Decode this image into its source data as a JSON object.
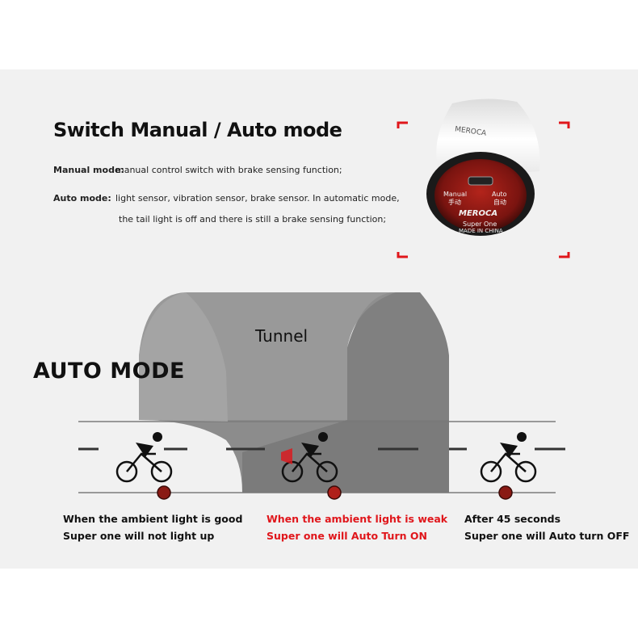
{
  "header": {
    "title": "Switch Manual / Auto mode"
  },
  "modes": {
    "manual_label": "Manual mode:",
    "manual_text": "manual control switch with brake sensing function;",
    "auto_label": "Auto mode:",
    "auto_text_line1": "light sensor, vibration sensor, brake sensor. In automatic mode,",
    "auto_text_line2": "the tail light is off and there is still a brake sensing function;"
  },
  "product": {
    "brand_top": "MEROCA",
    "manual": "Manual",
    "manual_cn": "手动",
    "auto": "Auto",
    "auto_cn": "自动",
    "brand": "MEROCA",
    "model": "Super One",
    "origin": "MADE IN CHINA"
  },
  "diagram": {
    "auto_mode_title": "AUTO MODE",
    "tunnel_label": "Tunnel"
  },
  "captions": [
    {
      "line1": "When the ambient light is good",
      "line2": "Super one will not light up",
      "color": "#111111"
    },
    {
      "line1": "When the ambient light is weak",
      "line2": "Super one will Auto Turn ON",
      "color": "#e0161b"
    },
    {
      "line1": "After 45 seconds",
      "line2": "Super one will Auto turn OFF",
      "color": "#111111"
    }
  ],
  "colors": {
    "accent_red": "#e0161b",
    "light_dot": "#8a1a14",
    "tunnel_gray": "#7a7a7a"
  }
}
